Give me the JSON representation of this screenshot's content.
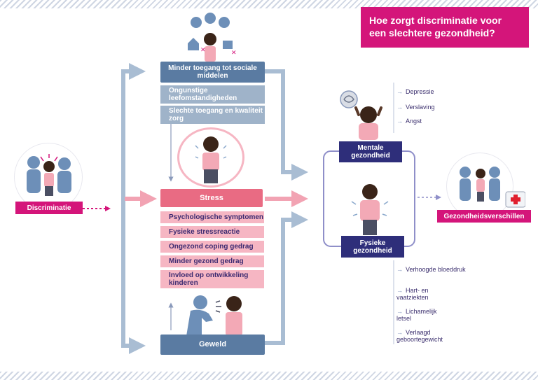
{
  "title": "Hoe zorgt discriminatie voor een slechtere gezondheid?",
  "discriminatie": "Discriminatie",
  "sociale": {
    "header": "Minder toegang tot sociale middelen",
    "items": [
      "Ongunstige leefomstandigheden",
      "Slechte toegang en kwaliteit zorg"
    ]
  },
  "stress": {
    "header": "Stress",
    "items": [
      "Psychologische symptomen",
      "Fysieke stressreactie",
      "Ongezond coping gedrag",
      "Minder gezond gedrag",
      "Invloed op ontwikkeling kinderen"
    ]
  },
  "geweld": "Geweld",
  "mentale": {
    "header": "Mentale gezondheid",
    "items": [
      "Depressie",
      "Verslaving",
      "Angst"
    ]
  },
  "fysieke": {
    "header": "Fysieke gezondheid",
    "items": [
      "Verhoogde bloeddruk",
      "Hart- en vaatziekten",
      "Lichamelijk letsel",
      "Verlaagd geboortegewicht"
    ]
  },
  "gezondheidsverschillen": "Gezondheidsverschillen",
  "colors": {
    "blue": "#5a7ba2",
    "light_blue": "#9fb3c9",
    "pink": "#e96b83",
    "light_pink": "#f6b6c3",
    "navy": "#2e2e7a",
    "magenta": "#d4157a"
  }
}
